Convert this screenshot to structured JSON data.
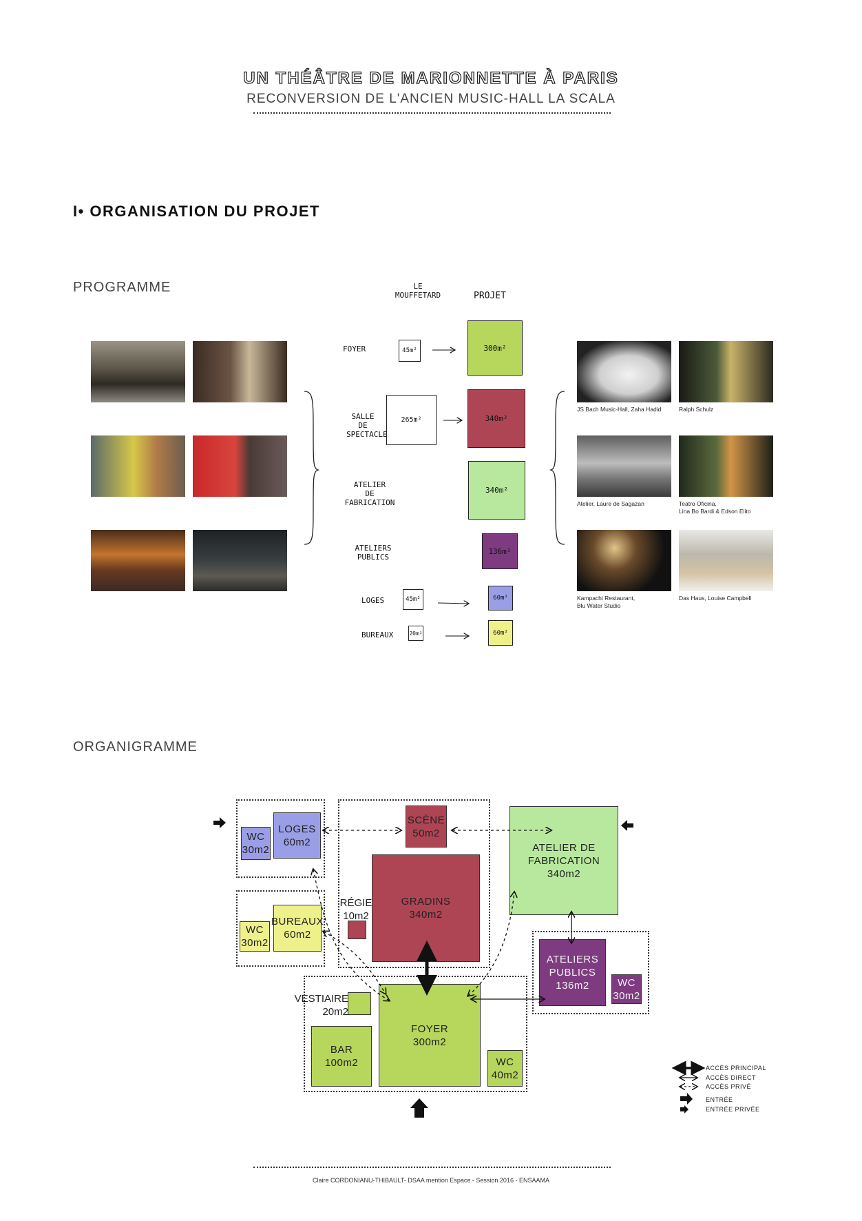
{
  "header": {
    "title": "UN THÉÂTRE DE MARIONNETTE À PARIS",
    "subtitle": "RECONVERSION DE L'ANCIEN MUSIC-HALL LA SCALA"
  },
  "section": {
    "title": "I• ORGANISATION DU PROJET"
  },
  "programme": {
    "heading": "PROGRAMME",
    "col_left": "LE\nMOUFFETARD",
    "col_right": "PROJET",
    "rows": [
      {
        "label": "FOYER",
        "old": "45m²",
        "new": "300m²",
        "color": "#b6d65c"
      },
      {
        "label": "SALLE\nDE\nSPECTACLE",
        "old": "265m²",
        "new": "340m²",
        "color": "#ae4555"
      },
      {
        "label": "ATELIER\nDE\nFABRICATION",
        "old": "",
        "new": "340m²",
        "color": "#b7e89e"
      },
      {
        "label": "ATELIERS\nPUBLICS",
        "old": "",
        "new": "136m²",
        "color": "#7e3b80"
      },
      {
        "label": "LOGES",
        "old": "45m²",
        "new": "60m²",
        "color": "#9a9ee6"
      },
      {
        "label": "BUREAUX",
        "old": "20m²",
        "new": "60m²",
        "color": "#eef08a"
      }
    ],
    "ref_captions": [
      "JS Bach Music-Hall, Zaha Hadid",
      "Ralph Schulz",
      "Atelier, Laure de Sagazan",
      "Teatro Oficina,\nLina Bo Bardi & Edson Elito",
      "Kampachi Restaurant,\nBlu Water Studio",
      "Das Haus, Louise Campbell"
    ]
  },
  "organigramme": {
    "heading": "ORGANIGRAMME",
    "rooms": {
      "wc_loges": "WC\n30m2",
      "loges": "LOGES\n60m2",
      "scene": "SCÈNE\n50m2",
      "atelier_fab": "ATELIER DE\nFABRICATION\n340m2",
      "regie": "RÉGIE\n10m2",
      "gradins": "GRADINS\n340m2",
      "wc_bureaux": "WC\n30m2",
      "bureaux": "BUREAUX\n60m2",
      "ateliers_publics": "ATELIERS\nPUBLICS\n136m2",
      "wc_ateliers": "WC\n30m2",
      "vestiaire": "VESTIAIRE\n20m2",
      "foyer": "FOYER\n300m2",
      "bar": "BAR\n100m2",
      "wc_foyer": "WC\n40m2"
    },
    "colors": {
      "blue": "#9a9ee6",
      "yellow": "#eef08a",
      "crimson": "#ae4555",
      "light_green": "#b7e89e",
      "green": "#b6d65c",
      "purple": "#7e3b80"
    },
    "legend": {
      "principal": "ACCÈS PRINCIPAL",
      "direct": "ACCÈS DIRECT",
      "prive": "ACCÈS PRIVÉ",
      "entree": "ENTRÉE",
      "entree_privee": "ENTRÉE PRIVÉE"
    }
  },
  "footer": "Claire CORDONIANU-THIBAULT- DSAA mention Espace - Session 2016 - ENSAAMA"
}
